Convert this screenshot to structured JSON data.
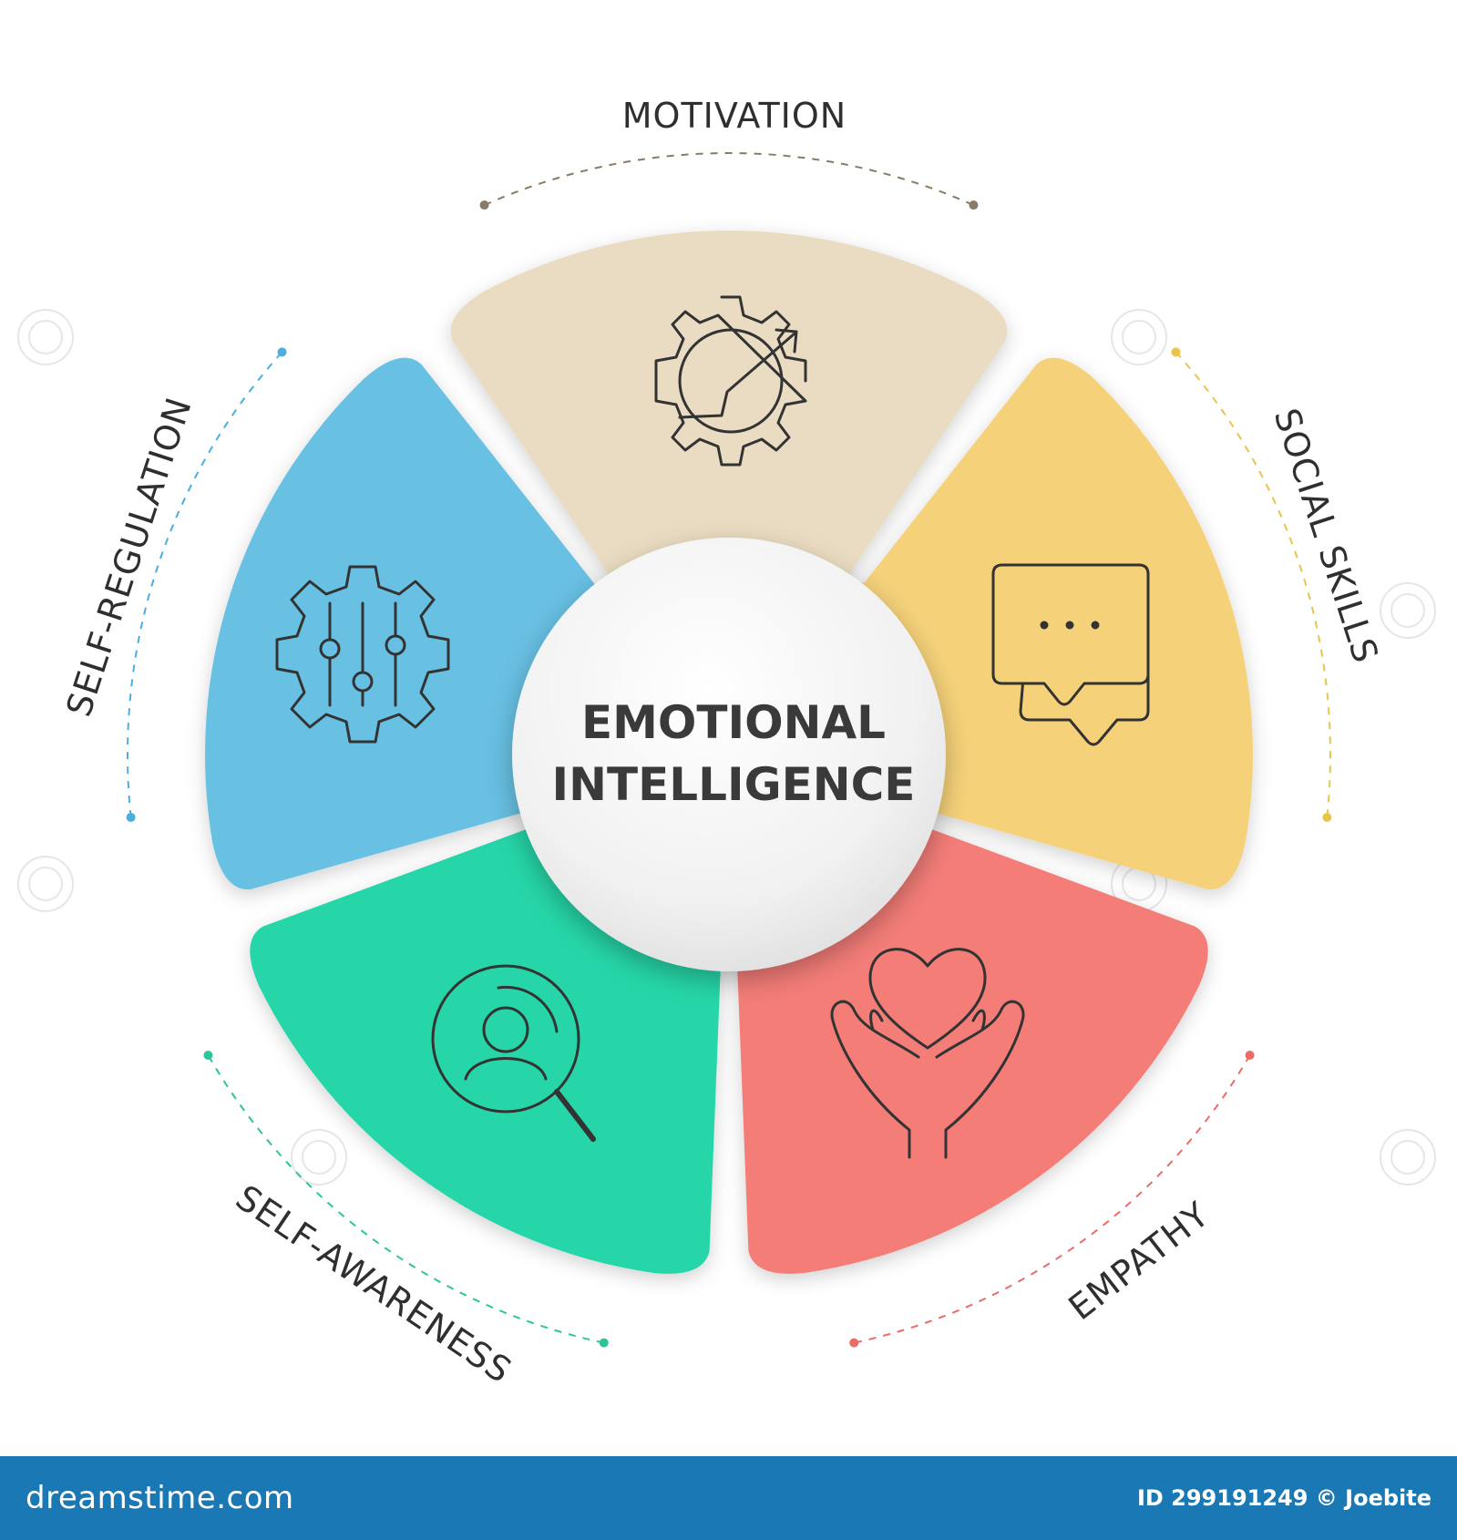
{
  "center": {
    "line1": "EMOTIONAL",
    "line2": "INTELLIGENCE"
  },
  "segments": [
    {
      "label": "MOTIVATION",
      "color": "#eadcc2",
      "icon": "gear-growth-icon"
    },
    {
      "label": "SOCIAL SKILLS",
      "color": "#f5d27a",
      "icon": "chat-bubbles-icon"
    },
    {
      "label": "EMPATHY",
      "color": "#f47d78",
      "icon": "heart-hands-icon"
    },
    {
      "label": "SELF-AWARENESS",
      "color": "#27d6a8",
      "icon": "person-search-icon"
    },
    {
      "label": "SELF-REGULATION",
      "color": "#67c0e3",
      "icon": "gear-sliders-icon"
    }
  ],
  "accent_colors": {
    "dots_motivation": "#8a7a68",
    "dots_social": "#e8c44e",
    "dots_empathy": "#ee6a66",
    "dots_awareness": "#2ec49a",
    "dots_regulation": "#4aaede"
  },
  "footer": {
    "brand": "dreamstime.com",
    "id_text": "ID 299191249 © Joebite",
    "bg_color": "#1a78b4"
  }
}
